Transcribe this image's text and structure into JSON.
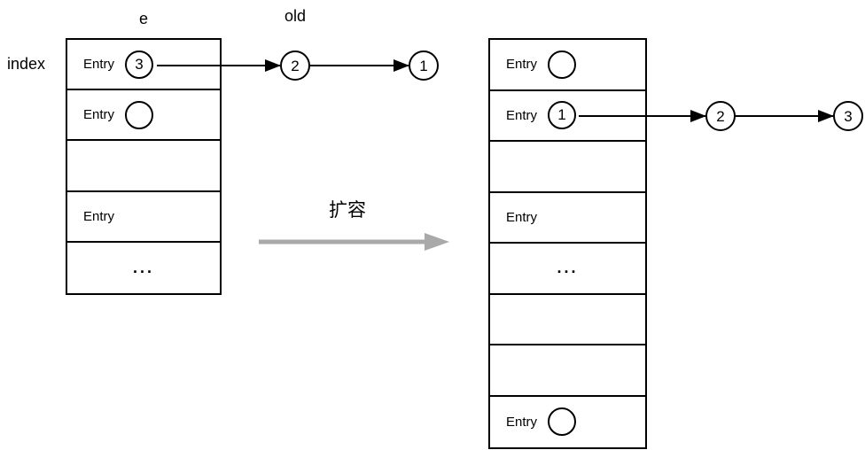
{
  "labels": {
    "index": "index",
    "e": "e",
    "old": "old",
    "resize": "扩容"
  },
  "colors": {
    "line": "#000000",
    "resize_arrow": "#a9a9a9",
    "background": "#ffffff"
  },
  "left_table": {
    "rows": [
      {
        "label": "Entry",
        "node": "3"
      },
      {
        "label": "Entry",
        "node": ""
      },
      {
        "label": ""
      },
      {
        "label": "Entry"
      },
      {
        "label": "..."
      }
    ]
  },
  "right_table": {
    "rows": [
      {
        "label": "Entry",
        "node": ""
      },
      {
        "label": "Entry",
        "node": "1"
      },
      {
        "label": ""
      },
      {
        "label": "Entry"
      },
      {
        "label": "..."
      },
      {
        "label": ""
      },
      {
        "label": ""
      },
      {
        "label": "Entry",
        "node": ""
      }
    ]
  },
  "left_chain": {
    "nodes": [
      "2",
      "1"
    ]
  },
  "right_chain": {
    "nodes": [
      "2",
      "3"
    ]
  }
}
